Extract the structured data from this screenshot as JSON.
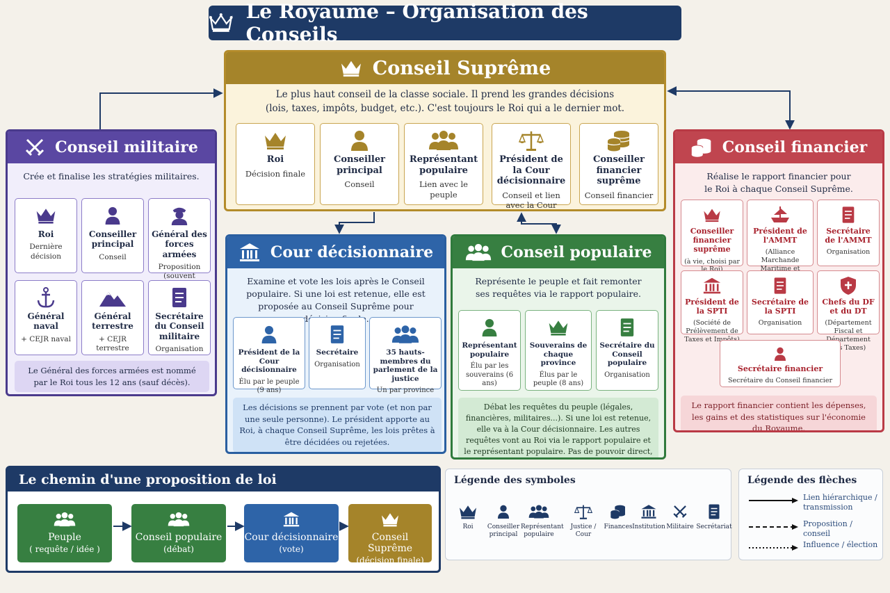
{
  "title": "Le Royaume – Organisation des Conseils",
  "colors": {
    "navy": "#1e3a66",
    "gold": "#a5842a",
    "purple": "#5a47a2",
    "blue": "#2e64a8",
    "green": "#377f41",
    "red": "#c0454f"
  },
  "supreme": {
    "title": "Conseil Suprême",
    "desc1": "Le plus haut conseil de la classe sociale. Il prend les grandes décisions",
    "desc2": "(lois, taxes, impôts, budget, etc.). C'est toujours le Roi qui a le dernier mot.",
    "cards": [
      {
        "icon": "crown-icon",
        "title": "Roi",
        "sub": "Décision finale"
      },
      {
        "icon": "person-icon",
        "title": "Conseiller principal",
        "sub": "Conseil"
      },
      {
        "icon": "people-icon",
        "title": "Représentant populaire",
        "sub": "Lien avec le peuple"
      },
      {
        "icon": "scales-icon",
        "title": "Président de la Cour décisionnaire",
        "sub": "Conseil et lien avec la Cour"
      },
      {
        "icon": "coins-icon",
        "title": "Conseiller financier suprême",
        "sub": "Conseil financier"
      }
    ]
  },
  "military": {
    "title": "Conseil militaire",
    "desc": "Crée et finalise les stratégies militaires.",
    "cards": [
      {
        "icon": "crown-icon",
        "title": "Roi",
        "sub": "Dernière décision"
      },
      {
        "icon": "person-icon",
        "title": "Conseiller principal",
        "sub": "Conseil"
      },
      {
        "icon": "officer-icon",
        "title": "Général des forces armées",
        "sub": "Proposition (souvent acceptée)"
      },
      {
        "icon": "anchor-icon",
        "title": "Général naval",
        "sub": "+ CEJR naval"
      },
      {
        "icon": "mountain-icon",
        "title": "Général terrestre",
        "sub": "+ CEJR terrestre"
      },
      {
        "icon": "document-icon",
        "title": "Secrétaire du Conseil militaire",
        "sub": "Organisation"
      }
    ],
    "note": "Le Général des forces armées est nommé par le Roi tous les 12 ans (sauf décès)."
  },
  "court": {
    "title": "Cour décisionnaire",
    "desc": "Examine et vote les lois après le Conseil populaire. Si une loi est retenue, elle est proposée au Conseil Suprême pour décision finale.",
    "cards": [
      {
        "icon": "person-icon",
        "title": "Président de la Cour décisionnaire",
        "sub": "Élu par le peuple (9 ans)"
      },
      {
        "icon": "document-icon",
        "title": "Secrétaire",
        "sub": "Organisation"
      },
      {
        "icon": "people-icon",
        "title": "35 hauts-membres du parlement de la justice",
        "sub": "Un par province"
      }
    ],
    "note": "Les décisions se prennent par vote (et non par une seule personne). Le président apporte au Roi, à chaque Conseil Suprême, les lois prêtes à être décidées ou rejetées."
  },
  "popular": {
    "title": "Conseil populaire",
    "desc": "Représente le peuple et fait remonter ses requêtes via le rapport populaire.",
    "cards": [
      {
        "icon": "person-icon",
        "title": "Représentant populaire",
        "sub": "Élu par les souverains (6 ans)"
      },
      {
        "icon": "crown-icon",
        "title": "Souverains de chaque province",
        "sub": "Élus par le peuple (8 ans)"
      },
      {
        "icon": "document-icon",
        "title": "Secrétaire du Conseil populaire",
        "sub": "Organisation"
      }
    ],
    "note": "Débat les requêtes du peuple (légales, financières, militaires...). Si une loi est retenue, elle va à la Cour décisionnaire. Les autres requêtes vont au Roi via le rapport populaire et le représentant populaire. Pas de pouvoir direct, mais une influence forte."
  },
  "financial": {
    "title": "Conseil financier",
    "desc": "Réalise le rapport financier pour le Roi à chaque Conseil Suprême.",
    "cards": [
      {
        "icon": "crown-icon",
        "title": "Conseiller financier suprême",
        "sub": "(à vie, choisi par le Roi)"
      },
      {
        "icon": "ship-icon",
        "title": "Président de l'AMMT",
        "sub": "(Alliance Marchande Maritime et Terrestre)"
      },
      {
        "icon": "document-icon",
        "title": "Secrétaire de l'AMMT",
        "sub": "Organisation"
      },
      {
        "icon": "institution-icon",
        "title": "Président de la SPTI",
        "sub": "(Société de Prélèvement de Taxes et Impôts)"
      },
      {
        "icon": "document-icon",
        "title": "Secrétaire de la SPTI",
        "sub": "Organisation"
      },
      {
        "icon": "shield-icon",
        "title": "Chefs du DF et du DT",
        "sub": "(Département Fiscal et Département des Taxes)"
      },
      {
        "icon": "person-icon",
        "title": "Secrétaire financier",
        "sub": "Secrétaire du Conseil financier"
      }
    ],
    "note": "Le rapport financier contient les dépenses, les gains et des statistiques sur l'économie du Royaume."
  },
  "path": {
    "title": "Le chemin d'une proposition de loi",
    "steps": [
      {
        "icon": "people-icon",
        "title": "Peuple",
        "sub": "( requête / idée )"
      },
      {
        "icon": "people-icon",
        "title": "Conseil populaire",
        "sub": "(débat)"
      },
      {
        "icon": "institution-icon",
        "title": "Cour décisionnaire",
        "sub": "(vote)"
      },
      {
        "icon": "crown-icon",
        "title": "Conseil Suprême",
        "sub": "(décision finale)"
      }
    ]
  },
  "legend_symbols": {
    "title": "Légende des symboles",
    "items": [
      {
        "icon": "crown-icon",
        "label": "Roi"
      },
      {
        "icon": "person-icon",
        "label": "Conseiller principal"
      },
      {
        "icon": "people-icon",
        "label": "Représentant populaire"
      },
      {
        "icon": "scales-icon",
        "label": "Justice / Cour"
      },
      {
        "icon": "coins-icon",
        "label": "Finances"
      },
      {
        "icon": "institution-icon",
        "label": "Institution"
      },
      {
        "icon": "swords-icon",
        "label": "Militaire"
      },
      {
        "icon": "document-icon",
        "label": "Secrétariat"
      }
    ]
  },
  "legend_arrows": {
    "title": "Légende des flèches",
    "items": [
      {
        "style": "solid",
        "label": "Lien hiérarchique / transmission"
      },
      {
        "style": "dashed",
        "label": "Proposition / conseil"
      },
      {
        "style": "dotted",
        "label": "Influence / élection"
      }
    ]
  }
}
